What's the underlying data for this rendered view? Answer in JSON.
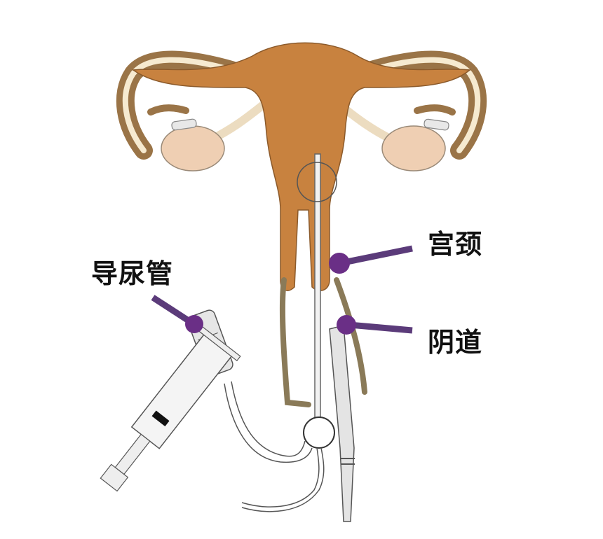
{
  "labels": {
    "catheter": "导尿管",
    "cervix": "宫颈",
    "vagina": "阴道"
  },
  "colors": {
    "uterus": "#c8823f",
    "tube_outline": "#8b6a3e",
    "tube_inner": "#f6ead0",
    "ovary": "#efcfb3",
    "vagina_wall": "#8a7a58",
    "pointer": "#5b3b7a",
    "pointer_dot": "#6a2f86",
    "instrument_line": "#555555"
  }
}
